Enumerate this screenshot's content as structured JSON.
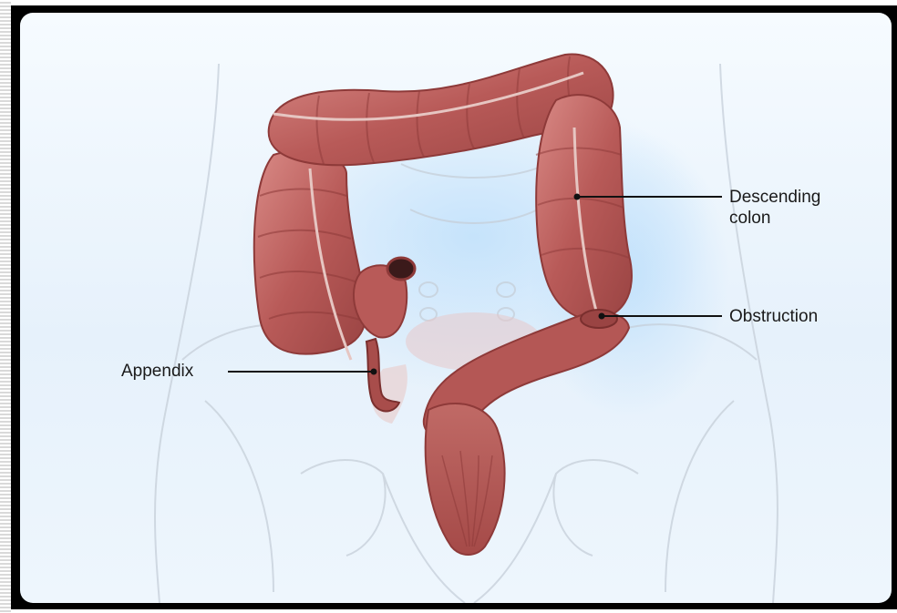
{
  "diagram": {
    "labels": {
      "descending_colon_line1": "Descending",
      "descending_colon_line2": "colon",
      "obstruction": "Obstruction",
      "appendix": "Appendix"
    },
    "colors": {
      "colon": "#b85a58",
      "colon_dark": "#8e3a39",
      "colon_light": "#d98a86",
      "background": "#e6f1fb",
      "skeleton_outline": "#c6cfd9",
      "frame": "#000000"
    }
  }
}
